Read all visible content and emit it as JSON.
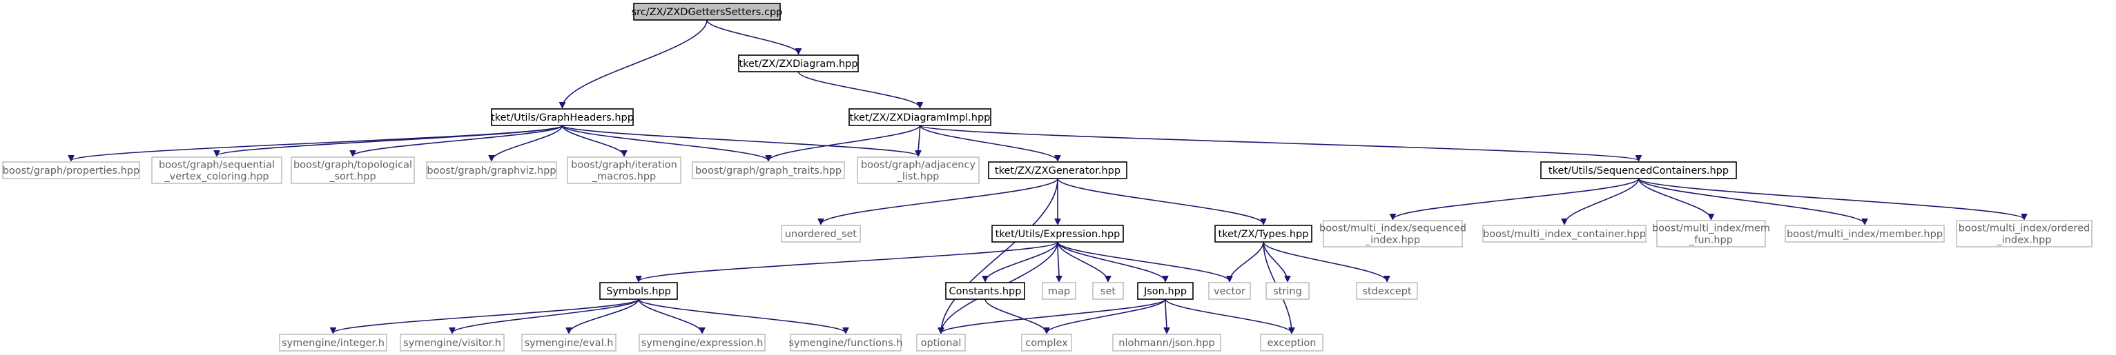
{
  "nodes": [
    {
      "id": "root",
      "lines": [
        "src/ZX/ZXDGettersSetters.cpp"
      ],
      "kind": "root"
    },
    {
      "id": "zxdiagram",
      "lines": [
        "tket/ZX/ZXDiagram.hpp"
      ],
      "kind": "internal"
    },
    {
      "id": "graphheaders",
      "lines": [
        "tket/Utils/GraphHeaders.hpp"
      ],
      "kind": "internal"
    },
    {
      "id": "zxdiagramimpl",
      "lines": [
        "tket/ZX/ZXDiagramImpl.hpp"
      ],
      "kind": "internal"
    },
    {
      "id": "properties",
      "lines": [
        "boost/graph/properties.hpp"
      ],
      "kind": "external"
    },
    {
      "id": "seqcoloring",
      "lines": [
        "boost/graph/sequential",
        "_vertex_coloring.hpp"
      ],
      "kind": "external"
    },
    {
      "id": "toposort",
      "lines": [
        "boost/graph/topological",
        "_sort.hpp"
      ],
      "kind": "external"
    },
    {
      "id": "graphviz",
      "lines": [
        "boost/graph/graphviz.hpp"
      ],
      "kind": "external"
    },
    {
      "id": "itermacros",
      "lines": [
        "boost/graph/iteration",
        "_macros.hpp"
      ],
      "kind": "external"
    },
    {
      "id": "graphtraits",
      "lines": [
        "boost/graph/graph_traits.hpp"
      ],
      "kind": "external"
    },
    {
      "id": "adjlist",
      "lines": [
        "boost/graph/adjacency",
        "_list.hpp"
      ],
      "kind": "external"
    },
    {
      "id": "zxgenerator",
      "lines": [
        "tket/ZX/ZXGenerator.hpp"
      ],
      "kind": "internal"
    },
    {
      "id": "seqcontainers",
      "lines": [
        "tket/Utils/SequencedContainers.hpp"
      ],
      "kind": "internal"
    },
    {
      "id": "unordered_set",
      "lines": [
        "unordered_set"
      ],
      "kind": "external"
    },
    {
      "id": "expression",
      "lines": [
        "tket/Utils/Expression.hpp"
      ],
      "kind": "internal"
    },
    {
      "id": "types",
      "lines": [
        "tket/ZX/Types.hpp"
      ],
      "kind": "internal"
    },
    {
      "id": "mi_seqindex",
      "lines": [
        "boost/multi_index/sequenced",
        "_index.hpp"
      ],
      "kind": "external"
    },
    {
      "id": "mi_container",
      "lines": [
        "boost/multi_index_container.hpp"
      ],
      "kind": "external"
    },
    {
      "id": "mi_memfun",
      "lines": [
        "boost/multi_index/mem",
        "_fun.hpp"
      ],
      "kind": "external"
    },
    {
      "id": "mi_member",
      "lines": [
        "boost/multi_index/member.hpp"
      ],
      "kind": "external"
    },
    {
      "id": "mi_ordered",
      "lines": [
        "boost/multi_index/ordered",
        "_index.hpp"
      ],
      "kind": "external"
    },
    {
      "id": "symbols",
      "lines": [
        "Symbols.hpp"
      ],
      "kind": "internal"
    },
    {
      "id": "constants",
      "lines": [
        "Constants.hpp"
      ],
      "kind": "internal"
    },
    {
      "id": "map",
      "lines": [
        "map"
      ],
      "kind": "external"
    },
    {
      "id": "set",
      "lines": [
        "set"
      ],
      "kind": "external"
    },
    {
      "id": "json",
      "lines": [
        "Json.hpp"
      ],
      "kind": "internal"
    },
    {
      "id": "vector",
      "lines": [
        "vector"
      ],
      "kind": "external"
    },
    {
      "id": "string",
      "lines": [
        "string"
      ],
      "kind": "external"
    },
    {
      "id": "stdexcept",
      "lines": [
        "stdexcept"
      ],
      "kind": "external"
    },
    {
      "id": "sym_integer",
      "lines": [
        "symengine/integer.h"
      ],
      "kind": "external"
    },
    {
      "id": "sym_visitor",
      "lines": [
        "symengine/visitor.h"
      ],
      "kind": "external"
    },
    {
      "id": "sym_eval",
      "lines": [
        "symengine/eval.h"
      ],
      "kind": "external"
    },
    {
      "id": "sym_expression",
      "lines": [
        "symengine/expression.h"
      ],
      "kind": "external"
    },
    {
      "id": "sym_functions",
      "lines": [
        "symengine/functions.h"
      ],
      "kind": "external"
    },
    {
      "id": "optional",
      "lines": [
        "optional"
      ],
      "kind": "external"
    },
    {
      "id": "complex",
      "lines": [
        "complex"
      ],
      "kind": "external"
    },
    {
      "id": "nlohmann",
      "lines": [
        "nlohmann/json.hpp"
      ],
      "kind": "external"
    },
    {
      "id": "exception",
      "lines": [
        "exception"
      ],
      "kind": "external"
    }
  ],
  "edges": [
    [
      "root",
      "graphheaders"
    ],
    [
      "root",
      "zxdiagram"
    ],
    [
      "zxdiagram",
      "zxdiagramimpl"
    ],
    [
      "graphheaders",
      "properties"
    ],
    [
      "graphheaders",
      "seqcoloring"
    ],
    [
      "graphheaders",
      "toposort"
    ],
    [
      "graphheaders",
      "graphviz"
    ],
    [
      "graphheaders",
      "itermacros"
    ],
    [
      "graphheaders",
      "graphtraits"
    ],
    [
      "graphheaders",
      "adjlist"
    ],
    [
      "zxdiagramimpl",
      "graphtraits"
    ],
    [
      "zxdiagramimpl",
      "adjlist"
    ],
    [
      "zxdiagramimpl",
      "zxgenerator"
    ],
    [
      "zxdiagramimpl",
      "seqcontainers"
    ],
    [
      "zxgenerator",
      "unordered_set"
    ],
    [
      "zxgenerator",
      "expression"
    ],
    [
      "zxgenerator",
      "types"
    ],
    [
      "zxgenerator",
      "optional"
    ],
    [
      "seqcontainers",
      "mi_seqindex"
    ],
    [
      "seqcontainers",
      "mi_container"
    ],
    [
      "seqcontainers",
      "mi_memfun"
    ],
    [
      "seqcontainers",
      "mi_member"
    ],
    [
      "seqcontainers",
      "mi_ordered"
    ],
    [
      "expression",
      "symbols"
    ],
    [
      "expression",
      "constants"
    ],
    [
      "expression",
      "map"
    ],
    [
      "expression",
      "set"
    ],
    [
      "expression",
      "json"
    ],
    [
      "expression",
      "vector"
    ],
    [
      "expression",
      "optional"
    ],
    [
      "types",
      "vector"
    ],
    [
      "types",
      "string"
    ],
    [
      "types",
      "stdexcept"
    ],
    [
      "types",
      "exception"
    ],
    [
      "symbols",
      "sym_integer"
    ],
    [
      "symbols",
      "sym_visitor"
    ],
    [
      "symbols",
      "sym_eval"
    ],
    [
      "symbols",
      "sym_expression"
    ],
    [
      "symbols",
      "sym_functions"
    ],
    [
      "constants",
      "complex"
    ],
    [
      "json",
      "optional"
    ],
    [
      "json",
      "complex"
    ],
    [
      "json",
      "nlohmann"
    ],
    [
      "json",
      "exception"
    ]
  ],
  "colors": {
    "edge": "#191970",
    "internal_border": "#000000",
    "external_border": "#bfbfbf",
    "root_fill": "#bfbfbf",
    "external_text": "#606060"
  }
}
